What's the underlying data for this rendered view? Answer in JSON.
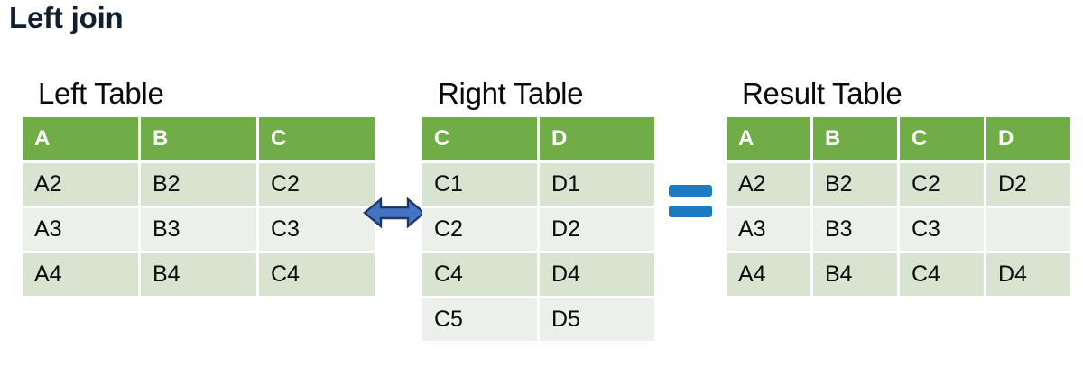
{
  "slide": {
    "title": "Left join",
    "background": "#ffffff"
  },
  "colors": {
    "header_green": "#70AD47",
    "row_band_dark": "#D8E4D0",
    "row_band_light": "#EBF0EA",
    "title_navy": "#10202F",
    "arrow_blue": "#4472C4",
    "arrow_outline": "#1F3864",
    "equals_blue": "#1B7AC2",
    "text_black": "#0A0A0A",
    "header_text": "#FFFFFF"
  },
  "tables": {
    "left": {
      "caption": "Left Table",
      "columns": [
        "A",
        "B",
        "C"
      ],
      "rows": [
        [
          "A2",
          "B2",
          "C2"
        ],
        [
          "A3",
          "B3",
          "C3"
        ],
        [
          "A4",
          "B4",
          "C4"
        ]
      ]
    },
    "right": {
      "caption": "Right Table",
      "columns": [
        "C",
        "D"
      ],
      "rows": [
        [
          "C1",
          "D1"
        ],
        [
          "C2",
          "D2"
        ],
        [
          "C4",
          "D4"
        ],
        [
          "C5",
          "D5"
        ]
      ]
    },
    "result": {
      "caption": "Result Table",
      "columns": [
        "A",
        "B",
        "C",
        "D"
      ],
      "rows": [
        [
          "A2",
          "B2",
          "C2",
          "D2"
        ],
        [
          "A3",
          "B3",
          "C3",
          ""
        ],
        [
          "A4",
          "B4",
          "C4",
          "D4"
        ]
      ]
    }
  },
  "connectors": {
    "join_arrow": "double-headed-arrow-icon",
    "equals": "equals-icon"
  }
}
